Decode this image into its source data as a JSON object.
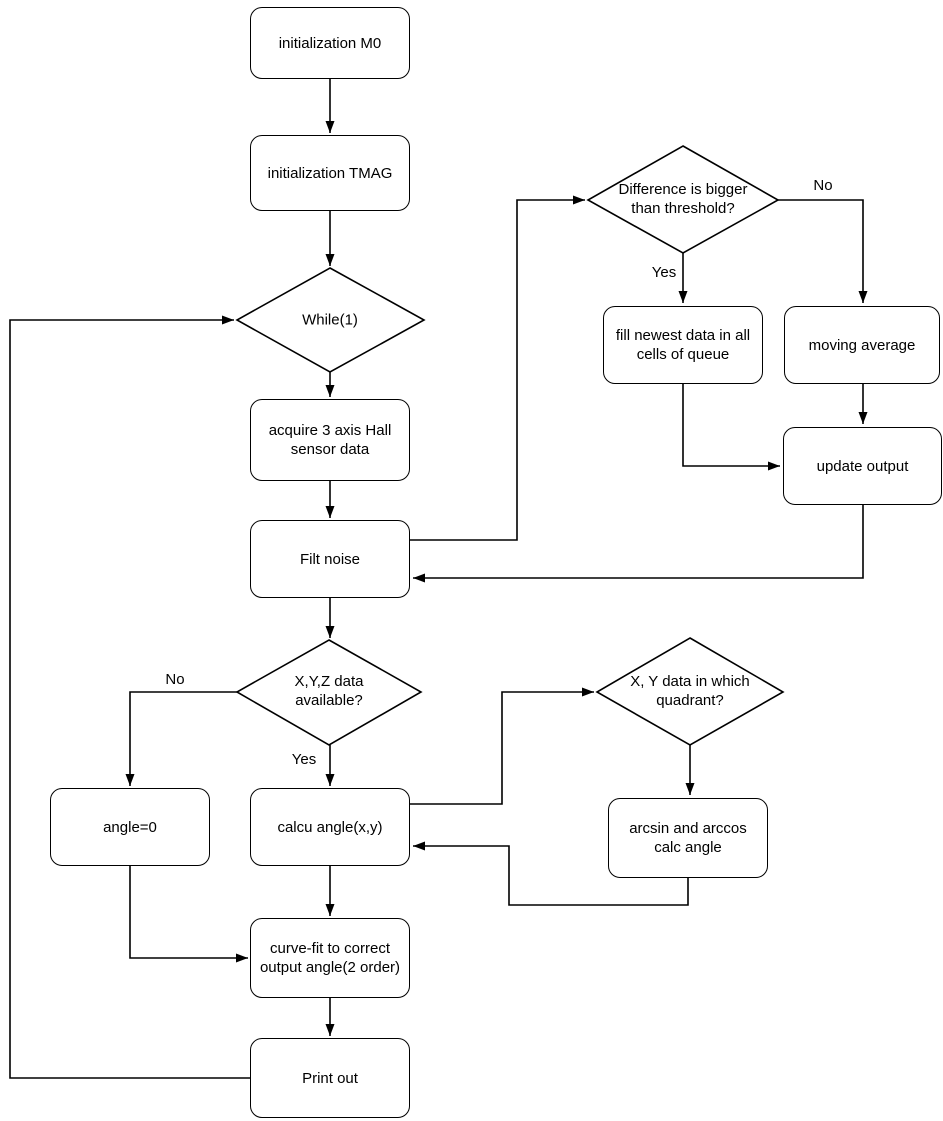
{
  "diagram": {
    "type": "flowchart",
    "colors": {
      "line": "#000000",
      "node_fill": "#ffffff",
      "text": "#000000",
      "background": "#ffffff"
    },
    "nodes": {
      "init_m0": {
        "shape": "rounded-rect",
        "label": "initialization M0",
        "lines": [
          "initialization M0"
        ]
      },
      "init_tmag": {
        "shape": "rounded-rect",
        "label": "initialization TMAG",
        "lines": [
          "initialization TMAG"
        ]
      },
      "while_loop": {
        "shape": "diamond",
        "label": "While(1)",
        "lines": [
          "While(1)"
        ]
      },
      "acquire": {
        "shape": "rounded-rect",
        "label": "acquire 3 axis Hall sensor data",
        "lines": [
          "acquire 3 axis Hall",
          "sensor data"
        ]
      },
      "filt_noise": {
        "shape": "rounded-rect",
        "label": "Filt noise",
        "lines": [
          "Filt noise"
        ]
      },
      "difference": {
        "shape": "diamond",
        "label": "Difference is bigger than threshold?",
        "lines": [
          "Difference is bigger",
          "than threshold?"
        ]
      },
      "fill_newest": {
        "shape": "rounded-rect",
        "label": "fill newest data in all cells of queue",
        "lines": [
          "fill newest data in all",
          "cells of queue"
        ]
      },
      "moving_average": {
        "shape": "rounded-rect",
        "label": "moving average",
        "lines": [
          "moving average"
        ]
      },
      "update_output": {
        "shape": "rounded-rect",
        "label": "update output",
        "lines": [
          "update output"
        ]
      },
      "xyz_available": {
        "shape": "diamond",
        "label": "X,Y,Z data available?",
        "lines": [
          "X,Y,Z data",
          "available?"
        ]
      },
      "angle_zero": {
        "shape": "rounded-rect",
        "label": "angle=0",
        "lines": [
          "angle=0"
        ]
      },
      "calcu_angle": {
        "shape": "rounded-rect",
        "label": "calcu angle(x,y)",
        "lines": [
          "calcu angle(x,y)"
        ]
      },
      "quadrant": {
        "shape": "diamond",
        "label": "X, Y data in which quadrant?",
        "lines": [
          "X, Y data in which",
          "quadrant?"
        ]
      },
      "arcsin_arccos": {
        "shape": "rounded-rect",
        "label": "arcsin and arccos calc angle",
        "lines": [
          "arcsin and arccos",
          "calc angle"
        ]
      },
      "curve_fit": {
        "shape": "rounded-rect",
        "label": "curve-fit to correct output angle(2 order)",
        "lines": [
          "curve-fit to correct",
          "output angle(2 order)"
        ]
      },
      "print_out": {
        "shape": "rounded-rect",
        "label": "Print out",
        "lines": [
          "Print out"
        ]
      }
    },
    "edge_labels": {
      "difference_no": "No",
      "difference_yes": "Yes",
      "xyz_no": "No",
      "xyz_yes": "Yes"
    }
  }
}
